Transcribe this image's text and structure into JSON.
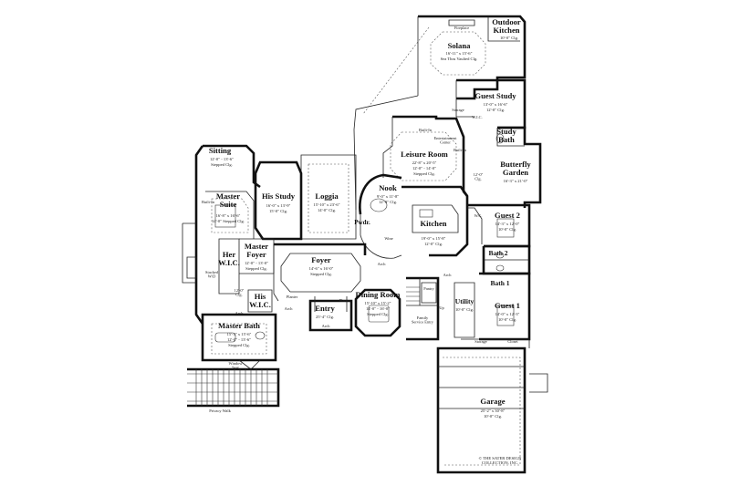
{
  "rooms": [
    {
      "id": "outdoor-kitchen",
      "name": "Outdoor\nKitchen",
      "dims": [
        "10'-0\" Clg."
      ]
    },
    {
      "id": "solana",
      "name": "Solana",
      "dims": [
        "16'-11\" x 15'-6\"",
        "Sea Thru Vaulted Clg."
      ]
    },
    {
      "id": "guest-study",
      "name": "Guest Study",
      "dims": [
        "13'-0\" x 16'-6\"",
        "12'-0\" Clg."
      ]
    },
    {
      "id": "study-bath",
      "name": "Study\nBath",
      "dims": []
    },
    {
      "id": "butterfly-garden",
      "name": "Butterfly\nGarden",
      "dims": [
        "16'-3\" x 21'-0\""
      ]
    },
    {
      "id": "leisure-room",
      "name": "Leisure Room",
      "dims": [
        "22'-8\" x 20'-5\"",
        "12'-0\" - 14'-0\"",
        "Stepped Clg."
      ]
    },
    {
      "id": "nook",
      "name": "Nook",
      "dims": [
        "9'-0\" x 11'-8\"",
        "12'-0\" Clg."
      ]
    },
    {
      "id": "kitchen",
      "name": "Kitchen",
      "dims": [
        "19'-0\" x 15'-8\"",
        "12'-0\" Clg."
      ]
    },
    {
      "id": "loggia",
      "name": "Loggia",
      "dims": [
        "15'-10\" x 23'-6\"",
        "14'-0\" Clg."
      ]
    },
    {
      "id": "his-study",
      "name": "His Study",
      "dims": [
        "16'-0\" x 13'-9\"",
        "15'-0\" Clg."
      ]
    },
    {
      "id": "sitting",
      "name": "Sitting",
      "dims": [
        "12'-0\" - 13'-6\"",
        "Stepped Clg."
      ]
    },
    {
      "id": "master-suite",
      "name": "Master\nSuite",
      "dims": [
        "16'-8\" x 16'-6\"",
        "14'-0\" Stepped Clg."
      ]
    },
    {
      "id": "master-foyer",
      "name": "Master\nFoyer",
      "dims": [
        "12'-0\" - 13'-0\"",
        "Stepped Clg."
      ]
    },
    {
      "id": "her-wic",
      "name": "Her\nW.I.C.",
      "dims": []
    },
    {
      "id": "his-wic",
      "name": "His\nW.I.C.",
      "dims": []
    },
    {
      "id": "master-bath",
      "name": "Master Bath",
      "dims": [
        "15'-3\" x 15'-6\"",
        "12'-0\" - 13'-6\"",
        "Stepped Clg."
      ]
    },
    {
      "id": "foyer",
      "name": "Foyer",
      "dims": [
        "14'-6\" x 16'-0\"",
        "Stepped Clg."
      ]
    },
    {
      "id": "entry",
      "name": "Entry",
      "dims": [
        "25'-4\" Clg."
      ]
    },
    {
      "id": "dining-room",
      "name": "Dining Room",
      "dims": [
        "15'-10\" x 15'-2\"",
        "14'-0\" - 16'-0\"",
        "Stepped Clg."
      ]
    },
    {
      "id": "powder",
      "name": "Pwdr.",
      "dims": []
    },
    {
      "id": "guest-2",
      "name": "Guest 2",
      "dims": [
        "14'-3\" x 12'-0\"",
        "10'-0\" Clg."
      ]
    },
    {
      "id": "bath-2",
      "name": "Bath 2",
      "dims": []
    },
    {
      "id": "bath-1",
      "name": "Bath 1",
      "dims": []
    },
    {
      "id": "guest-1",
      "name": "Guest 1",
      "dims": [
        "14'-0\" x 12'-3\"",
        "10'-0\" Clg."
      ]
    },
    {
      "id": "utility",
      "name": "Utility",
      "dims": [
        "10'-0\" Clg."
      ]
    },
    {
      "id": "garage",
      "name": "Garage",
      "dims": [
        "25'-2\" x 30'-8\"",
        "10'-0\" Clg."
      ]
    }
  ],
  "labels": {
    "fireplace": "Fireplace",
    "storage_top": "Storage",
    "wic": "W.I.C.",
    "built_in_1": "Built-In",
    "built_in_2": "Built-In",
    "entertainment": "Entertainment\nCenter",
    "clg_right": "12'-0\"\nClg.",
    "wc": "W.C.",
    "wine": "Wine",
    "pantry": "Pantry",
    "arch_1": "Arch",
    "arch_2": "Arch",
    "arch_3": "Arch",
    "arch_4": "Arch",
    "arch_5": "Arch",
    "planter_left": "Planter",
    "planter_right": "Planter",
    "stacked_wd": "Stacked\nW/D",
    "clg_12": "12'-0\"\nClg.",
    "built_in_left": "Built-In",
    "family_foyer": "Family\nService Entry",
    "up": "Up",
    "storage_bottom": "Storage",
    "closet": "Closet",
    "window_seat": "Window\nSeat",
    "privacy_wall": "Privacy Walk"
  },
  "copyright": "© THE SATER DESIGN\nCOLLECTION, INC."
}
